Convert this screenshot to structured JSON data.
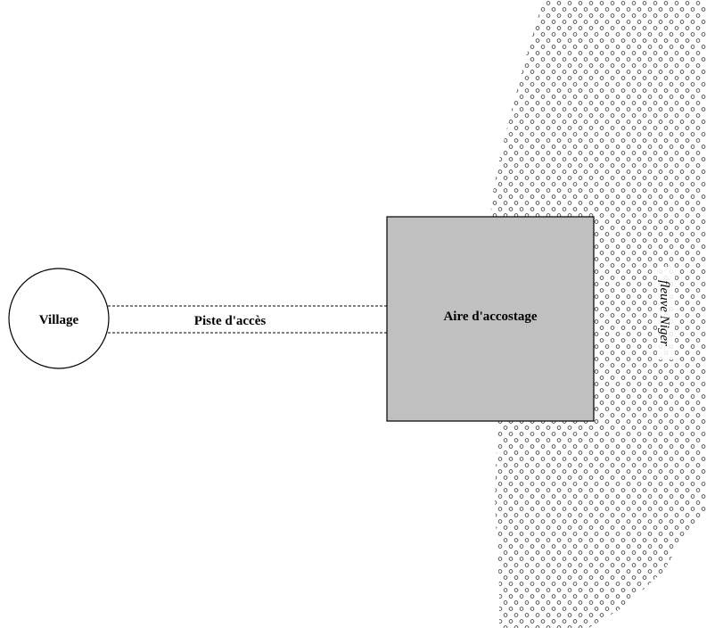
{
  "diagram": {
    "nodes": {
      "village": {
        "label": "Village"
      },
      "landing": {
        "label": "Aire d'accostage"
      }
    },
    "edges": {
      "access_road": {
        "label": "Piste d'accès",
        "style": "dashed"
      }
    },
    "river": {
      "label": "fleuve Niger"
    }
  },
  "colors": {
    "background": "#ffffff",
    "landing_fill": "#c0c0c0",
    "stroke": "#000000",
    "river_dot_stroke": "#333333"
  }
}
